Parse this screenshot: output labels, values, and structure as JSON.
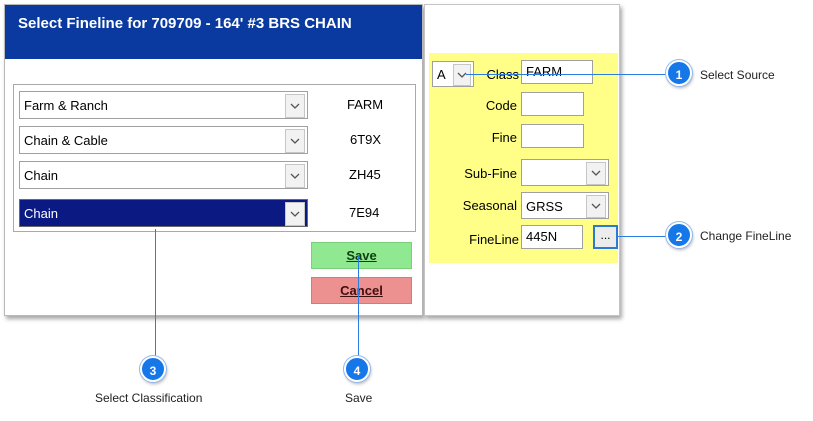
{
  "dialog": {
    "title": "Select Fineline for 709709 - 164' #3 BRS CHAIN",
    "rows": [
      {
        "value": "Farm & Ranch",
        "code": "FARM"
      },
      {
        "value": "Chain & Cable",
        "code": "6T9X"
      },
      {
        "value": "Chain",
        "code": "ZH45"
      },
      {
        "value": "Chain",
        "code": "7E94"
      }
    ],
    "save_label": "Save",
    "cancel_label": "Cancel"
  },
  "panel": {
    "source_value": "A",
    "class_label": "Class",
    "class_value": "FARM",
    "code_label": "Code",
    "code_value": "",
    "fine_label": "Fine",
    "fine_value": "",
    "subfine_label": "Sub-Fine",
    "subfine_value": "",
    "seasonal_label": "Seasonal",
    "seasonal_value": "GRSS",
    "fineline_label": "FineLine",
    "fineline_value": "445N",
    "browse_label": "..."
  },
  "callouts": [
    {
      "number": "1",
      "caption": "Select Source"
    },
    {
      "number": "2",
      "caption": "Change FineLine"
    },
    {
      "number": "3",
      "caption": "Select Classification"
    },
    {
      "number": "4",
      "caption": "Save"
    }
  ],
  "colors": {
    "title_bar": "#0a3aa0",
    "panel_highlight": "#ffff88",
    "save_button": "#90e990",
    "cancel_button": "#ec9090",
    "callout_badge": "#1677e8"
  }
}
